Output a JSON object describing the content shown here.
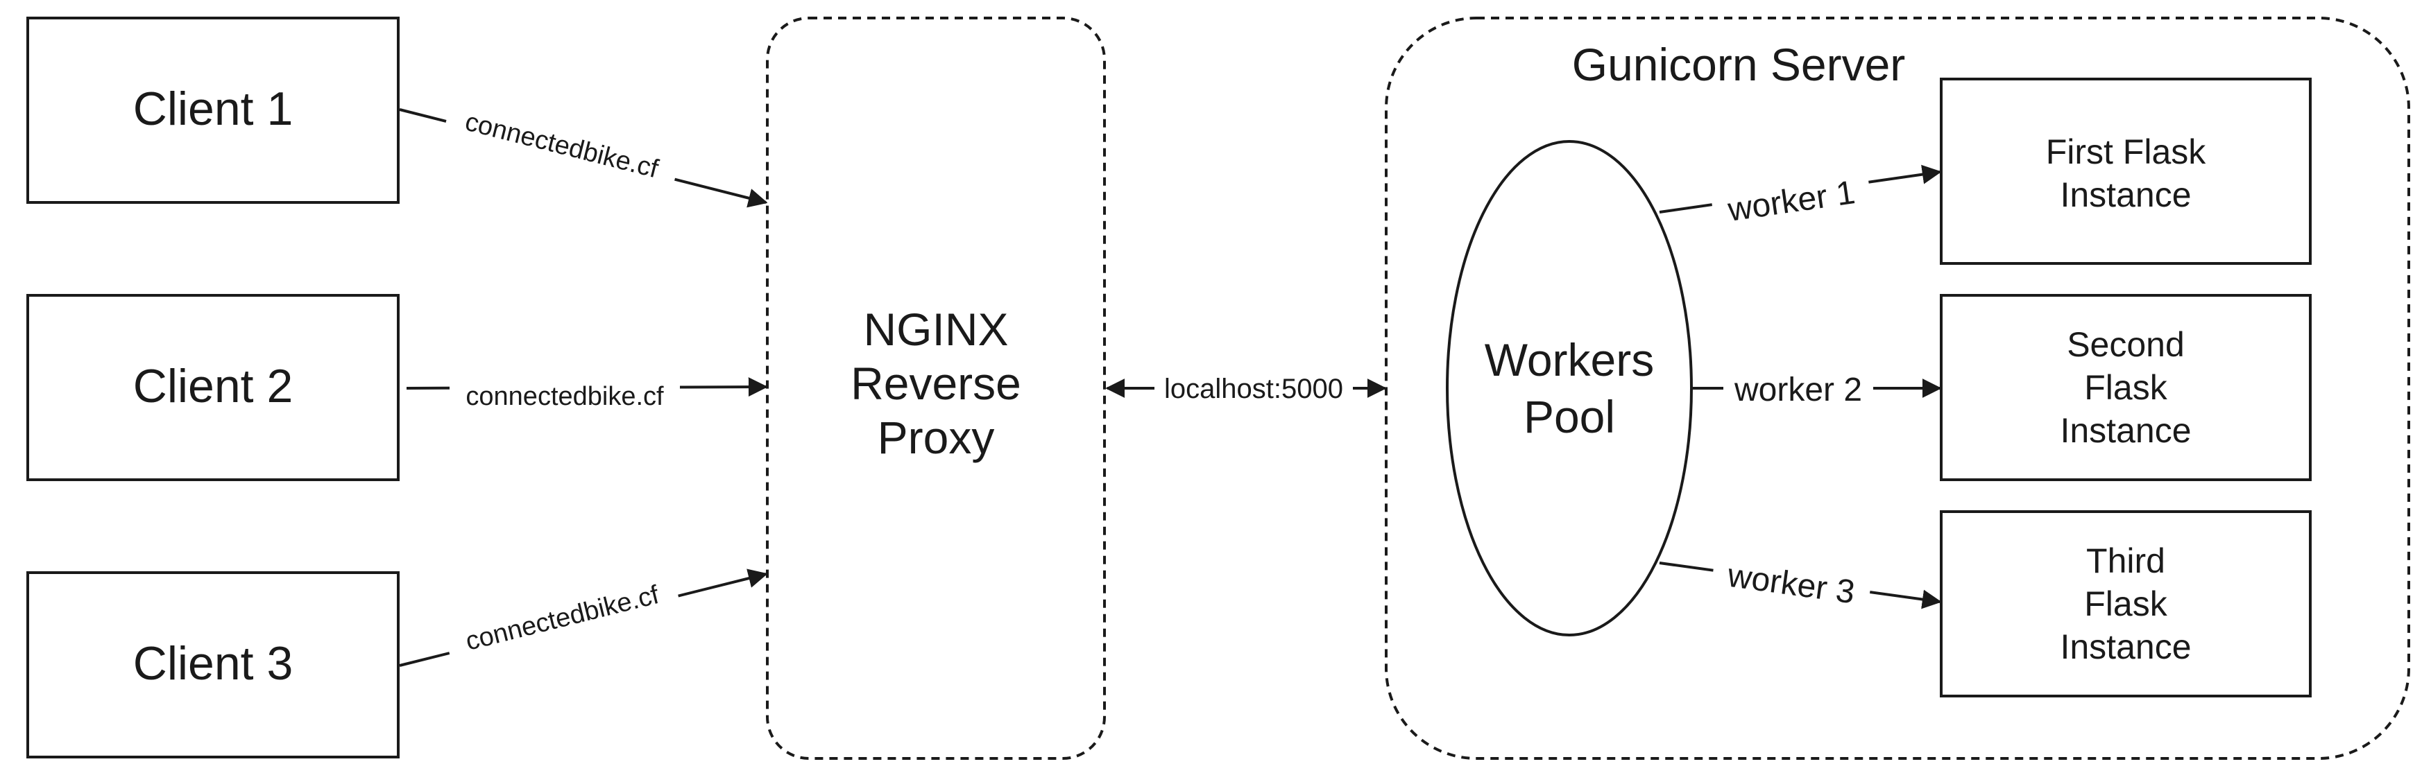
{
  "clients": [
    {
      "label": "Client 1",
      "edge_label": "connectedbike.cf"
    },
    {
      "label": "Client 2",
      "edge_label": "connectedbike.cf"
    },
    {
      "label": "Client 3",
      "edge_label": "connectedbike.cf"
    }
  ],
  "proxy": {
    "lines": [
      "NGINX",
      "Reverse",
      "Proxy"
    ]
  },
  "link": {
    "label": "localhost:5000"
  },
  "server": {
    "title": "Gunicorn Server",
    "pool": {
      "lines": [
        "Workers",
        "Pool"
      ]
    },
    "workers": [
      {
        "edge_label": "worker 1",
        "instance_lines": [
          "First Flask",
          "Instance"
        ]
      },
      {
        "edge_label": "worker 2",
        "instance_lines": [
          "Second",
          "Flask",
          "Instance"
        ]
      },
      {
        "edge_label": "worker 3",
        "instance_lines": [
          "Third",
          "Flask",
          "Instance"
        ]
      }
    ]
  },
  "colors": {
    "stroke": "#1a1a1a",
    "background": "#ffffff"
  }
}
